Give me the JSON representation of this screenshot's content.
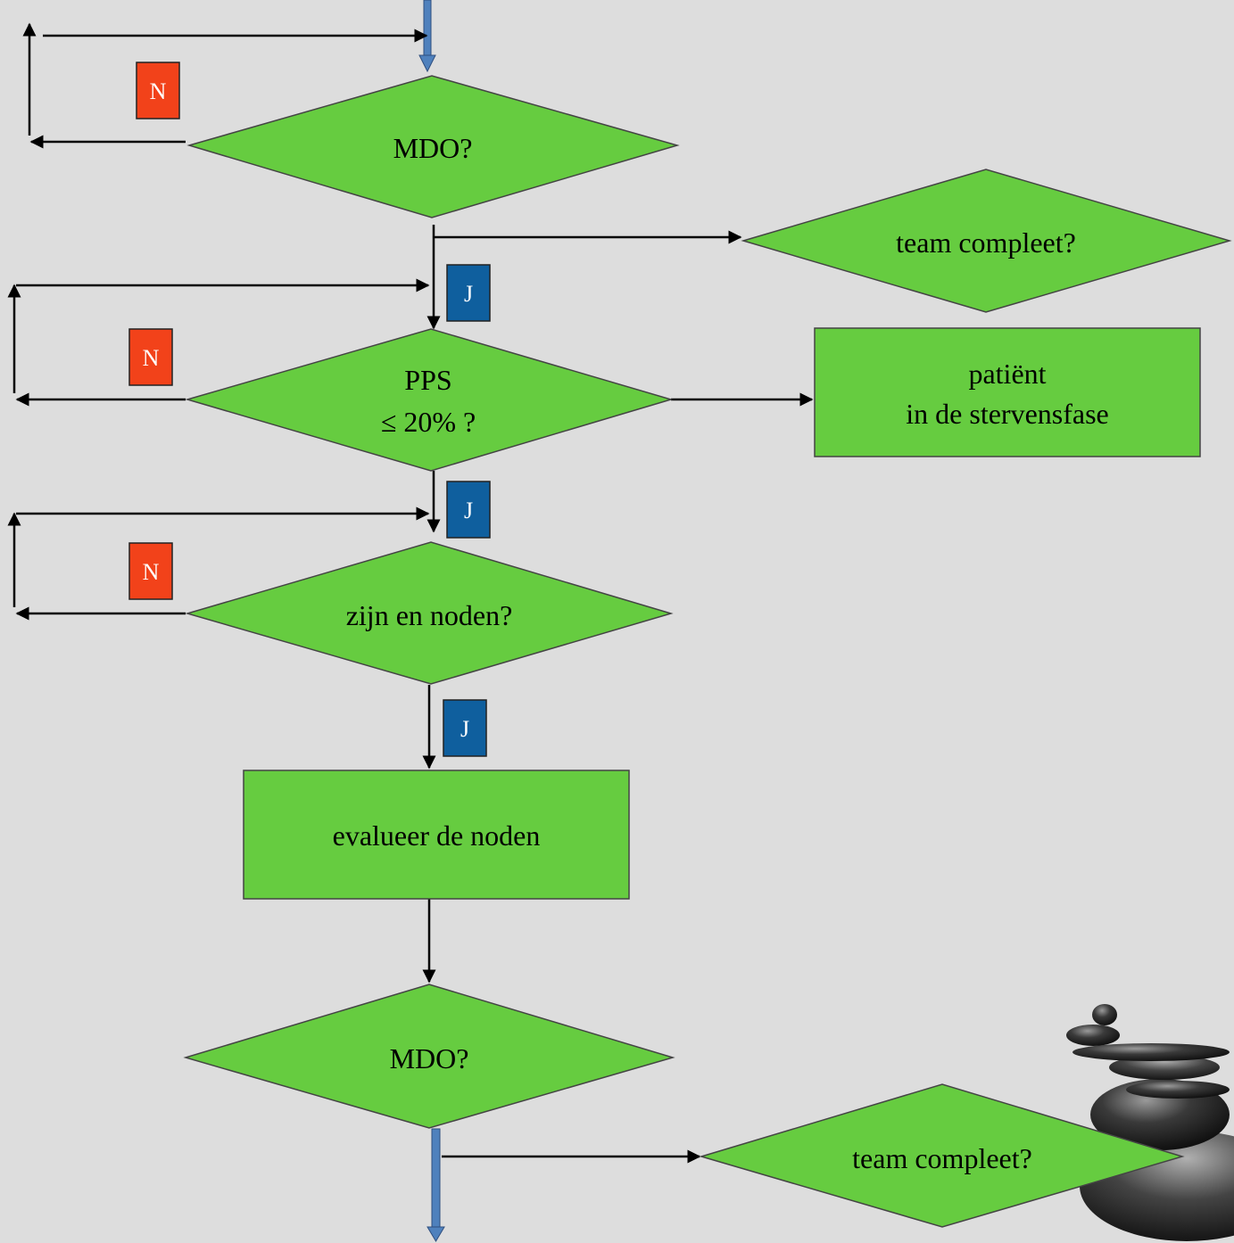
{
  "colors": {
    "background": "#dddddd",
    "node_fill": "#66cc40",
    "no_badge": "#f2421a",
    "yes_badge": "#0f5f9e",
    "flow_arrow": "#4f81bd"
  },
  "nodes": {
    "mdo_1": "MDO?",
    "team_compleet_1": "team compleet?",
    "pps_line1": "PPS",
    "pps_line2": "≤ 20% ?",
    "patient_line1": "patiënt",
    "patient_line2": "in de stervensfase",
    "zijn_en_noden": "zijn en noden?",
    "evalueer": "evalueer de noden",
    "mdo_2": "MDO?",
    "team_compleet_2": "team compleet?"
  },
  "badges": {
    "no_1": "N",
    "no_2": "N",
    "no_3": "N",
    "yes_1": "J",
    "yes_2": "J",
    "yes_3": "J"
  },
  "decoration": "balanced-stones-image"
}
